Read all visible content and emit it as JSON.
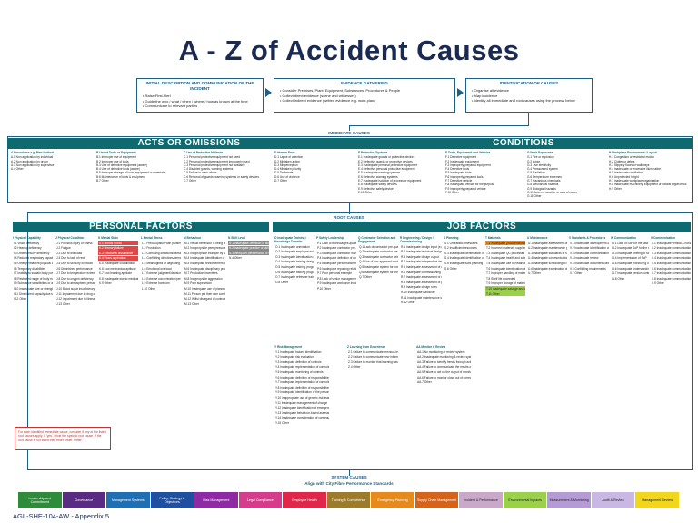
{
  "title": "A - Z of Accident Causes",
  "top_flow": [
    {
      "heading": "INITIAL DESCRIPTION AND COMMUNICATION OF THE INCIDENT",
      "items": [
        "Raise First Alert",
        "Guide the who / what / when / where / how as known at the time",
        "Communicate to relevant parties"
      ]
    },
    {
      "heading": "EVIDENCE GATHERING",
      "items": [
        "Consider Premises, Plant, Equipment, Substances, Procedures & People",
        "Collect direct evidence (scene and witnesses)",
        "Collect indirect evidence (written evidence e.g. work plan)"
      ]
    },
    {
      "heading": "IDENTIFICATION OF CAUSES",
      "items": [
        "Organise all evidence",
        "Map incidence",
        "Identify all immediate and root causes using the process below"
      ]
    }
  ],
  "labels": {
    "immediate": "IMMEDIATE CAUSES",
    "root": "ROOT CAUSES",
    "system": "SYSTEM CAUSES",
    "system_sub": "Align with City Fibre Performance Standards"
  },
  "banners": {
    "acts": "ACTS OR OMISSIONS",
    "conditions": "CONDITIONS",
    "personal": "PERSONAL FACTORS",
    "job": "JOB FACTORS"
  },
  "acts_columns": [
    {
      "heading": "A  Procedures e.g. Plan Method",
      "items": [
        "A.1  Non application by individual",
        "A.2  Non application by group",
        "A.3  Non application by supervisor",
        "A.4  Other"
      ]
    },
    {
      "heading": "B  Use of Tools or Equipment",
      "items": [
        "B.1  Improper use of equipment",
        "B.2  Improper use of tools",
        "B.3  Use of defective equipment (aware)",
        "B.4  Use of defective tools (aware)",
        "B.5  Improper storage of tools, equipment or materials",
        "B.6  Maintenance of tools & equipment",
        "B.7  Other"
      ]
    },
    {
      "heading": "C  Use of Protective Methods",
      "items": [
        "C.1  Personal protective equipment not used",
        "C.2  Personal protective equipment improperly used",
        "C.3  Personal protective equipment not available",
        "C.4  Disabled guards, warning systems",
        "C.5  Failure to warn others",
        "C.6  Removal of guards, warning systems or safety devices",
        "C.7  Other"
      ]
    },
    {
      "heading": "D  Human Error",
      "items": [
        "D.1  Lapse of attention",
        "D.2  Mistaken action",
        "D.3  Misperception",
        "D.4  Mistaken priority",
        "D.5  Deliberate",
        "D.6  Use of violence",
        "D.7  Other"
      ]
    }
  ],
  "conditions_columns": [
    {
      "heading": "E  Protective Systems",
      "items": [
        "E.1  Inadequate guards or protective devices",
        "E.2  Defective guards or protective devices",
        "E.3  Inadequate personal protective equipment",
        "E.4  Defective personal protective equipment",
        "E.5  Inadequate warning systems",
        "E.6  Defective warning systems",
        "E.7  Inadequate isolation of process or equipment",
        "E.8  Inadequate safety devices",
        "E.9  Defective safety devices",
        "E.10 Other"
      ]
    },
    {
      "heading": "F  Tools, Equipment and Vehicles",
      "items": [
        "F.1  Defective equipment",
        "F.2  Inadequate equipment",
        "F.3  Improperly prepared equipment",
        "F.4  Defective tools",
        "F.5  Inadequate tools",
        "F.6  Improperly prepared tools",
        "F.7  Defective vehicle",
        "F.8  Inadequate vehicle for the purpose",
        "F.9  Improperly prepared vehicle",
        "F.10 Other"
      ]
    },
    {
      "heading": "G  Work Exposures",
      "items": [
        "G.1  Fire or explosion",
        "G.2  Noise",
        "G.3  Live electricity",
        "G.4  Pressurised system",
        "G.5  Radiation",
        "G.6  Temperature extremes",
        "G.7  Hazardous chemicals",
        "G.8  Mechanical hazards",
        "G.9  Biological hazards",
        "G.10 Adverse weather or acts of nature",
        "G.11 Other"
      ]
    },
    {
      "heading": "H  Workplace Environment / Layout",
      "items": [
        "H.1  Congestion or restricted motion",
        "H.2  Clutter or debris",
        "H.3  Slippery floors or walkways",
        "H.4  Inadequate or excessive illumination",
        "H.5  Inadequate ventilation",
        "H.6  Unprotected height",
        "H.7  Inadequate workplace organisation",
        "H.8  Inadequate machinery, equipment or natural ergonomics",
        "H.9  Other"
      ]
    }
  ],
  "personal_columns": [
    {
      "heading": "I  Physical Capability",
      "items": [
        "I.1  Vision deficiency",
        "I.2  Hearing deficiency",
        "I.3  Other sensory deficiency",
        "I.4  Reduced respiratory capacity",
        "I.5  Other permanent physical disabilities",
        "I.6  Temporary disabilities",
        "I.7  Inability to sustain body positions",
        "I.8  Restricted range of body movement",
        "I.9  Substance sensitivities or allergies",
        "I.10 Inadequate size or strength",
        "I.11 Diminished capacity due to medication",
        "I.12 Other"
      ]
    },
    {
      "heading": "J  Physical Condition",
      "items": [
        "J.1  Previous injury or illness",
        "J.2  Fatigue",
        "J.3  Due to workload",
        "J.4  Due to lack of rest",
        "J.5  Due to sensory overload",
        "J.6  Diminished performance",
        "J.7  Due to temperature extremes",
        "J.8  Due to oxygen deficiency",
        "J.9  Due to atmospheric pressure variation",
        "J.10 Blood sugar insufficiency",
        "J.11 Impairment due to drug or alcohol use",
        "J.12 Impairment due to illness",
        "J.13 Other"
      ]
    },
    {
      "heading": "K  Mental State",
      "items": [
        "K.1  Mental illness",
        "K.2  Memory failure",
        "K.3  Emotional disturbance",
        "K.4  Fears or phobias",
        "K.5  Inadequate coordination",
        "K.6  Low mechanical aptitude",
        "K.7  Low learning aptitude",
        "K.8  Inadequate due to medication",
        "K.9  Other"
      ]
    },
    {
      "heading": "L  Mental Stress",
      "items": [
        "L.1  Preoccupation with problems",
        "L.2  Frustration",
        "L.3  Confusing directions/demands",
        "L.4  Conflicting directions/demands",
        "L.5  Meaningless or degrading activities",
        "L.6  Emotional overload",
        "L.7  Extreme judgment/decision demands",
        "L.8  Extreme concentration/perception demands",
        "L.9  Extreme boredom",
        "L.10 Other"
      ]
    },
    {
      "heading": "M  Behaviour",
      "items": [
        "M.1  Result behaviour is being rewarded",
        "M.2  Inappropriate peer pressure",
        "M.3  Inappropriate example by supervisor",
        "M.4  Inadequate identification of critical safe behaviour",
        "M.5  Inadequate reinforcement of critical safe behaviour",
        "M.6  Inadequate disciplinary process",
        "M.7  Production incentives",
        "M.8  Inappropriate aggression",
        "M.9  Poor supervision",
        "M.10 Inadequate use of planned job controls",
        "M.11 Person put their own comfort",
        "M.12 Wilful disregard of controls",
        "M.13 Other"
      ]
    },
    {
      "heading": "N  Skill Level",
      "items": [
        "N.1  Inadequate definition of skill requirements",
        "N.2  Inadequate practice of skill",
        "N.3  Infrequent performance of skill",
        "N.4  Other"
      ]
    }
  ],
  "job_columns": [
    {
      "heading": "O  Inadequate Training / Knowledge Transfer",
      "items": [
        "O.1  Inadequate orientation",
        "O.2  Inadequate employee induction",
        "O.3  Inadequate identification of training needs",
        "O.4  Inadequate training design",
        "O.5  Inadequate training program delivery",
        "O.6  Inadequate training program assessment",
        "O.7  Inadequate refresher training",
        "O.8  Other"
      ]
    },
    {
      "heading": "P  Safety Leadership",
      "items": [
        "P.1  Lack of technical pre-qualifications",
        "P.2  Inadequate contractor pre-qualifications",
        "P.3  Inadequate contractor management",
        "P.4  Inadequate definition of accountability",
        "P.5  Inadequate performance measurement",
        "P.6  Inadequate reporting relationships",
        "P.7  Poor personal example",
        "P.8  Lack of senior management commitment",
        "P.9  Inadequate workforce involvement",
        "P.10 Other"
      ]
    },
    {
      "heading": "Q  Contractor Selection and Engagement",
      "items": [
        "Q.1  Lack of contractor pre-qualifications",
        "Q.2  Inadequate contractor pre-qualifications",
        "Q.3  Inadequate contractor selection",
        "Q.4  Use of non-approved contractor",
        "Q.5  Inadequate system for positive engagement of contractors",
        "Q.6  Inadequate system for the evaluation of contractor performance",
        "Q.7  Other"
      ]
    },
    {
      "heading": "R  Engineering / Design / Commissioning",
      "items": [
        "R.1  Inadequate design input (e.g. incorrect standards, specs.)",
        "R.2  Inadequate technical design review",
        "R.3  Inadequate design output",
        "R.4  Inadequate independent design review",
        "R.5  Inadequate assessment of design risks",
        "R.6  Inadequate commissioning",
        "R.7  Inadequate assessment of operational readiness",
        "R.8  Inadequate assessment of potential failure",
        "R.9  Inadequate design rules",
        "R.10 Inadequate handover",
        "R.11 Inadequate maintenance schedule",
        "R.12 Other"
      ]
    },
    {
      "heading": "S  Planning",
      "items": [
        "S.1  Unrealistic timescales",
        "S.2  Insufficient resources",
        "S.3  Inadequate identification of roles & responsibilities",
        "S.4  Inadequate identification of hazards",
        "S.5  Inadequate work planning",
        "S.6  Other"
      ]
    },
    {
      "heading": "T  Materials",
      "items": [
        "T.1  Inadequate procurement of materials",
        "T.2  Incorrect materials supplied",
        "T.3  Inadequate QC processes",
        "T.4  Inadequate health and safety data",
        "T.5  Inadequate use of health and safety data",
        "T.6  Inadequate identification of hazardous materials",
        "T.7  Improper handling of materials",
        "T.8  Shelf life exceeded",
        "T.9  Improper storage of materials or spare parts",
        "T.10 Inadequate salvage and/or waste disposal",
        "T.11 Other"
      ]
    },
    {
      "heading": "U  Maintenance",
      "items": [
        "U.1  Inadequate assessment of needs and risks (e.g. human factors)",
        "U.2  Inadequate maintenance planning",
        "U.3  Inadequate standards or specifications of work",
        "U.4  Inadequate communication of maintenance needs",
        "U.5  Inadequate scheduling of work",
        "U.6  Inadequate examination of work",
        "U.7  Other"
      ]
    },
    {
      "heading": "V  Standards & Procedures",
      "items": [
        "V.1  Inadequate development of standards",
        "V.2  Inadequate identification of critical tasks",
        "V.3  Inadequate communication",
        "V.4  Inadequate review",
        "V.5  Inadequate document control",
        "V.6  Conflicting requirements",
        "V.7  Other"
      ]
    },
    {
      "heading": "W  Communication",
      "items": [
        "W.1  Lack of SoP for the task",
        "W.2  Inadequate SoP for the task",
        "W.3  Inadequate briefing of staff",
        "W.4  Implementation of SoP",
        "W.5  Inadequate monitoring of implementation of SoP",
        "W.6  Inadequate understanding of SoP",
        "W.7  Inadequate version control",
        "W.8  Other"
      ]
    },
    {
      "heading": "X  Communication",
      "items": [
        "X.1  Inadequate vertical & horizontal communication",
        "X.2  Inadequate communication between work groups",
        "X.3  Inadequate communication between supervisor and employee",
        "X.4  Inadequate communication methods",
        "X.5  Inadequate communication with others",
        "X.6  Inadequate communication tools and equipment",
        "X.7  Inadequate communication of hazards",
        "X.8  Inadequate communication of safe working methods",
        "X.9  Other"
      ]
    }
  ],
  "lower_job_columns": [
    {
      "heading": "Y  Risk Management",
      "items": [
        "Y.1  Inadequate hazard identification",
        "Y.2  Inadequate risk evaluation",
        "Y.3  Inadequate definition of controls",
        "Y.4  Inadequate implementation of controls",
        "Y.5  Inadequate monitoring of controls",
        "Y.6  Inadequate definition of responsibilities for the controls",
        "Y.7  Inadequate implementation of controls",
        "Y.8  Inadequate definition of responsibilities for the controls",
        "Y.9  Inadequate identification of the personnel involved",
        "Y.10 Inappropriate use of generic risk assessment",
        "Y.11 Inadequate management of change",
        "Y.12 Inadequate identification of emergency situations",
        "Y.13 Inadequate behaviour-based assessment",
        "Y.14 Inadequate consideration of consequence",
        "Y.15 Other"
      ]
    },
    {
      "heading": "Z  Learning from Experience",
      "items": [
        "Z.1  Failure to communicate previous learning from incidents",
        "Z.2  Failure to communicate new information",
        "Z.3  Failure to monitor that learning has been shared",
        "Z.4  Other"
      ]
    },
    {
      "heading": "AA  Monitor & Review",
      "items": [
        "AA.1  No monitoring or review system",
        "AA.2  Inadequate monitoring & review system",
        "AA.3  Failure to identify trends through active monitoring",
        "AA.4  Failure to communicate the results of monitoring",
        "AA.5  Failure to act on the output of monitoring",
        "AA.6  Failure to monitor close out of corrective actions",
        "AA.7  Other"
      ]
    }
  ],
  "note": "For each identified Immediate cause, consider if any of the listed root causes apply. If 'yes', circle the specific root cause. If the root cause is not listed then enter under 'Other'.",
  "system_legend": [
    {
      "label": "Leadership and Commitment",
      "color": "#2e8b3a"
    },
    {
      "label": "Governance",
      "color": "#5a2b82"
    },
    {
      "label": "Management Systems",
      "color": "#1f6fb2"
    },
    {
      "label": "Policy, Strategy & Objectives",
      "color": "#1e4fa0"
    },
    {
      "label": "Risk Management",
      "color": "#8e2aa4"
    },
    {
      "label": "Legal Compliance",
      "color": "#d63c8c"
    },
    {
      "label": "Employee Health",
      "color": "#e0264b"
    },
    {
      "label": "Training & Competence",
      "color": "#9c7b2c"
    },
    {
      "label": "Emergency Planning",
      "color": "#e68a1c"
    },
    {
      "label": "Supply Chain Management",
      "color": "#d4631c"
    },
    {
      "label": "Incident & Performance",
      "color": "#c9a8c9"
    },
    {
      "label": "Environmental Impacts",
      "color": "#9bd04a"
    },
    {
      "label": "Measurement & Monitoring",
      "color": "#b59ad6"
    },
    {
      "label": "Audit & Review",
      "color": "#c9b8e3"
    },
    {
      "label": "Management Review",
      "color": "#f2d61c"
    }
  ],
  "footer": "AGL-SHE-104-AW - Appendix 5"
}
